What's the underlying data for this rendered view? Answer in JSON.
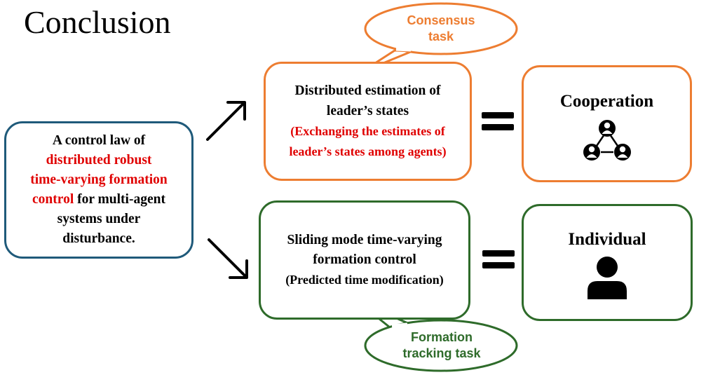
{
  "slide": {
    "title": "Conclusion"
  },
  "left_box": {
    "line1": "A control law of",
    "line2": "distributed robust",
    "line3": "time-varying formation",
    "line4_red": "control",
    "line4_rest": " for multi-agent",
    "line5": "systems under",
    "line6": "disturbance."
  },
  "top_box": {
    "line1": "Distributed estimation of",
    "line2": "leader’s states",
    "line3": "(Exchanging the estimates of",
    "line4": "leader’s states among agents)"
  },
  "bottom_box": {
    "line1": "Sliding mode time-varying",
    "line2": "formation control",
    "line3": "(Predicted time modification)"
  },
  "bubbles": {
    "top_line1": "Consensus",
    "top_line2": "task",
    "bottom_line1": "Formation",
    "bottom_line2": "tracking task"
  },
  "cards": {
    "cooperation_label": "Cooperation",
    "cooperation_icon": "group-network-icon",
    "individual_label": "Individual",
    "individual_icon": "person-icon"
  },
  "colors": {
    "blue_border": "#1f5a7a",
    "orange": "#ed7d31",
    "green": "#2e6b2a",
    "red_text": "#e00000"
  }
}
